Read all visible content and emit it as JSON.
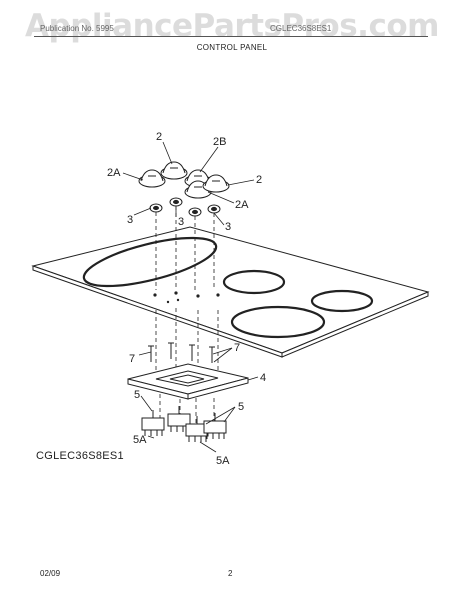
{
  "watermark": "AppliancePartsPros.com",
  "header": {
    "subtitle": "Publication No. 5995",
    "model": "CGLEC36S8ES1",
    "title": "CONTROL PANEL"
  },
  "callouts": {
    "c2_top": "2",
    "c2b": "2B",
    "c2a_left": "2A",
    "c2_right": "2",
    "c2a_right": "2A",
    "c3_left": "3",
    "c3_mid": "3",
    "c3_right": "3",
    "c7_left": "7",
    "c7_right": "7",
    "c4": "4",
    "c5_left": "5",
    "c5_right": "5",
    "c5a_left": "5A",
    "c5a_right": "5A"
  },
  "footer": {
    "model": "CGLEC36S8ES1",
    "date": "02/09",
    "page": "2"
  }
}
